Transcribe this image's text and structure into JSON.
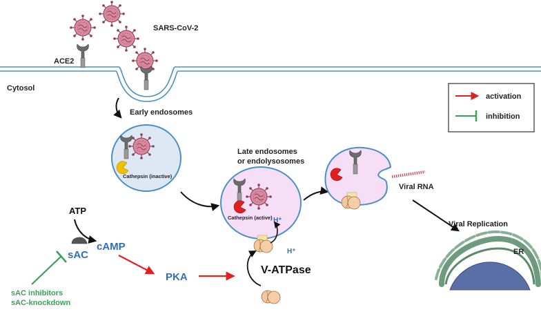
{
  "labels": {
    "virus": "SARS-CoV-2",
    "receptor": "ACE2",
    "cytosol": "Cytosol",
    "early_endosomes": "Early endosomes",
    "late_endosomes_line1": "Late endosomes",
    "late_endosomes_line2": "or endolysosomes",
    "cathepsin_inactive": "Cathepsin (inactive)",
    "cathepsin_active": "Cathepsin (active)",
    "proton_inner": "H⁺",
    "proton_outer": "H⁺",
    "viral_rna": "Viral RNA",
    "viral_replication": "Viral Replication",
    "er": "ER",
    "atp": "ATP",
    "camp": "cAMP",
    "sac": "sAC",
    "pka": "PKA",
    "v_atpase": "V-ATPase",
    "inhibitors_line1": "sAC inhibitors",
    "inhibitors_line2": "sAC-knockdown"
  },
  "legend": {
    "activation": "activation",
    "inhibition": "inhibition"
  },
  "colors": {
    "activation_arrow": "#e02020",
    "inhibition_bar": "#3aa257",
    "membrane": "#4a90c8",
    "early_endosome_fill": "#dde8f4",
    "late_endosome_fill": "#f6def6",
    "virus": "#c56a82",
    "label_blue": "#2f6fb3",
    "er": "#6e9a7e",
    "nucleus": "#5a6ea8"
  },
  "icons": {
    "virus": "virus-particle-icon",
    "receptor": "ace2-receptor-icon",
    "cathepsin": "cathepsin-pacman-icon",
    "pump": "v-atpase-pump-icon",
    "enzyme": "sac-enzyme-icon"
  }
}
